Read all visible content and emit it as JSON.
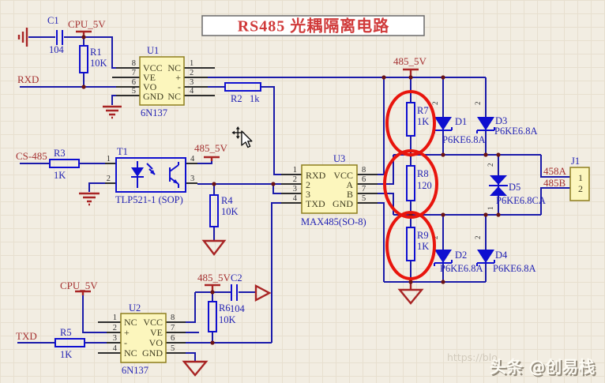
{
  "title": {
    "text": "RS485 光耦隔离电路"
  },
  "colors": {
    "wire_blue": "#1a1aaa",
    "component_blue": "#0f0fd0",
    "net_red": "#a53232",
    "accent_red_circle": "#e8150d",
    "chip_fill": "#fcf6bd",
    "title_red": "#d03a3a"
  },
  "power": {
    "cpu_5v": "CPU_5V",
    "v485_5v": "485_5V"
  },
  "nets": {
    "rxd": "RXD",
    "cs485": "CS-485",
    "txd": "TXD",
    "line_a": "458A",
    "line_b": "485B"
  },
  "parts": {
    "c1": {
      "ref": "C1",
      "value": "104"
    },
    "c2": {
      "ref": "C2",
      "value": "104"
    },
    "r1": {
      "ref": "R1",
      "value": "10K"
    },
    "r2": {
      "ref": "R2",
      "value": "1k"
    },
    "r3": {
      "ref": "R3",
      "value": "1K"
    },
    "r4": {
      "ref": "R4",
      "value": "10K"
    },
    "r5": {
      "ref": "R5",
      "value": "1K"
    },
    "r6": {
      "ref": "R6",
      "value": "10K"
    },
    "r7": {
      "ref": "R7",
      "value": "1K"
    },
    "r8": {
      "ref": "R8",
      "value": "120"
    },
    "r9": {
      "ref": "R9",
      "value": "1K"
    },
    "d1": {
      "ref": "D1",
      "value": "P6KE6.8A",
      "pin_top": "2"
    },
    "d2": {
      "ref": "D2",
      "value": "P6KE6.8A",
      "pin_top": "2"
    },
    "d3": {
      "ref": "D3",
      "value": "P6KE6.8A",
      "pin_top": "2"
    },
    "d4": {
      "ref": "D4",
      "value": "P6KE6.8A",
      "pin_top": "2"
    },
    "d5": {
      "ref": "D5",
      "value": "P6KE6.8CA",
      "pin_top": "2",
      "pin_bottom": "1"
    },
    "t1": {
      "ref": "T1",
      "device": "TLP521-1 (SOP)",
      "p1": "1",
      "p2": "2",
      "p3": "3",
      "p4": "4"
    },
    "j1": {
      "ref": "J1",
      "p1": "1",
      "p2": "2"
    },
    "u1": {
      "ref": "U1",
      "device": "6N137",
      "left": [
        {
          "n": "8",
          "f": "VCC"
        },
        {
          "n": "7",
          "f": "VE"
        },
        {
          "n": "6",
          "f": "VO"
        },
        {
          "n": "5",
          "f": "GND"
        }
      ],
      "right": [
        {
          "n": "1",
          "f": "NC"
        },
        {
          "n": "2",
          "f": "+"
        },
        {
          "n": "3",
          "f": "-"
        },
        {
          "n": "4",
          "f": "NC"
        }
      ]
    },
    "u2": {
      "ref": "U2",
      "device": "6N137",
      "left": [
        {
          "n": "1",
          "f": "NC"
        },
        {
          "n": "2",
          "f": "+"
        },
        {
          "n": "3",
          "f": "-"
        },
        {
          "n": "4",
          "f": "NC"
        }
      ],
      "right": [
        {
          "n": "8",
          "f": "VCC"
        },
        {
          "n": "7",
          "f": "VE"
        },
        {
          "n": "6",
          "f": "VO"
        },
        {
          "n": "5",
          "f": "GND"
        }
      ]
    },
    "u3": {
      "ref": "U3",
      "device": "MAX485(SO-8)",
      "left": [
        {
          "n": "1",
          "f": "RXD"
        },
        {
          "n": "2",
          "f": "2"
        },
        {
          "n": "3",
          "f": "3"
        },
        {
          "n": "4",
          "f": "TXD"
        }
      ],
      "right": [
        {
          "n": "8",
          "f": "VCC"
        },
        {
          "n": "6",
          "f": "A"
        },
        {
          "n": "7",
          "f": "B"
        },
        {
          "n": "5",
          "f": "GND"
        }
      ]
    }
  },
  "watermark": {
    "brand": "头条 @创易栈",
    "url_fragment": "https://blo"
  }
}
